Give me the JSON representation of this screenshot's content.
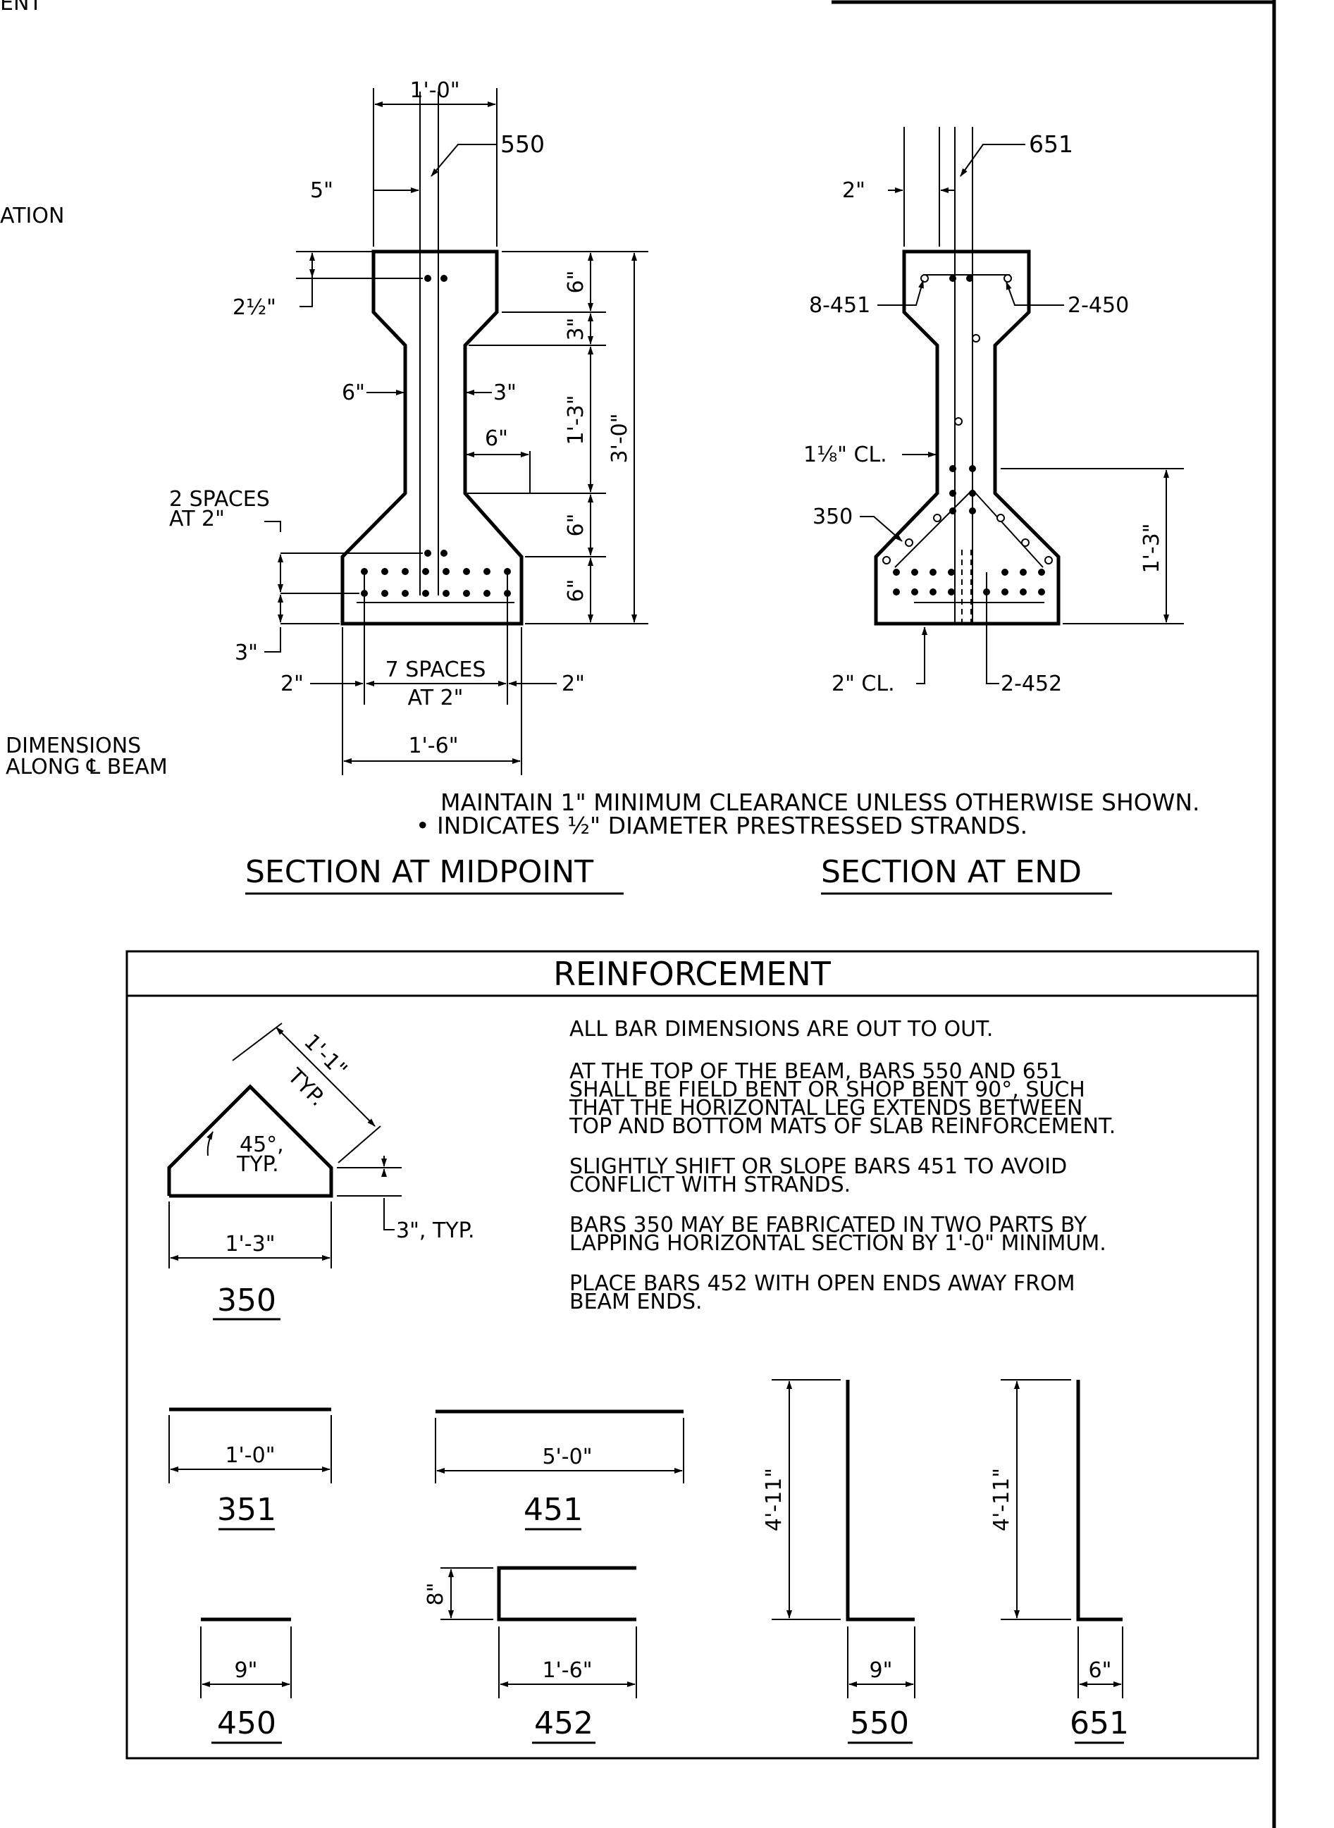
{
  "margin_fragments": {
    "top": "ENT",
    "mid": "ATION",
    "dim_line1": "DIMENSIONS",
    "dim_line2": "ALONG ℄ BEAM"
  },
  "midpoint": {
    "title": "SECTION AT MIDPOINT",
    "dims": {
      "top_width": "1'-0\"",
      "bar_550": "550",
      "offset_5": "5\"",
      "cover_2_5": "2½\"",
      "d6_top": "6\"",
      "d3": "3\"",
      "d1_3": "1'-3\"",
      "d3_0": "3'-0\"",
      "d6_mid": "6\"",
      "d6_bot": "6\"",
      "web_6": "6\"",
      "web_3": "3\"",
      "chamfer_6": "6\"",
      "spaces2_line1": "2 SPACES",
      "spaces2_line2": "AT 2\"",
      "bottom_3": "3\"",
      "left_2": "2\"",
      "spaces7_line1": "7 SPACES",
      "spaces7_line2": "AT 2\"",
      "right_2": "2\"",
      "bottom_width": "1'-6\""
    }
  },
  "end": {
    "title": "SECTION AT END",
    "labels": {
      "bar_651": "651",
      "offset_2": "2\"",
      "bars_8_451": "8-451",
      "bars_2_450": "2-450",
      "clear_1_1_8": "1⅛\" CL.",
      "bar_350": "350",
      "d1_3": "1'-3\"",
      "clear_2": "2\" CL.",
      "bars_2_452": "2-452"
    }
  },
  "notes": {
    "line1": "MAINTAIN 1\" MINIMUM CLEARANCE UNLESS OTHERWISE SHOWN.",
    "line2": "• INDICATES ½\" DIAMETER PRESTRESSED STRANDS."
  },
  "reinforcement": {
    "title": "REINFORCEMENT",
    "notes": [
      [
        "ALL BAR DIMENSIONS ARE OUT TO OUT."
      ],
      [
        "AT THE TOP OF THE BEAM, BARS 550 AND 651",
        "SHALL BE FIELD BENT OR SHOP BENT 90°, SUCH",
        "THAT THE HORIZONTAL LEG EXTENDS BETWEEN",
        "TOP AND BOTTOM MATS OF SLAB REINFORCEMENT."
      ],
      [
        "SLIGHTLY SHIFT OR SLOPE BARS 451 TO AVOID",
        "CONFLICT WITH STRANDS."
      ],
      [
        "BARS 350 MAY BE FABRICATED IN TWO PARTS BY",
        "LAPPING HORIZONTAL SECTION BY 1'-0\" MINIMUM."
      ],
      [
        "PLACE BARS 452 WITH OPEN ENDS AWAY FROM",
        "BEAM ENDS."
      ]
    ],
    "bars": {
      "b350": {
        "mark": "350",
        "leg": "1'-1\"",
        "leg_typ": "TYP.",
        "angle1": "45°,",
        "angle2": "TYP.",
        "hook": "3\", TYP.",
        "width": "1'-3\""
      },
      "b351": {
        "mark": "351",
        "length": "1'-0\""
      },
      "b451": {
        "mark": "451",
        "length": "5'-0\""
      },
      "b450": {
        "mark": "450",
        "length": "9\""
      },
      "b452": {
        "mark": "452",
        "height": "8\"",
        "length": "1'-6\""
      },
      "b550": {
        "mark": "550",
        "height": "4'-11\"",
        "leg": "9\""
      },
      "b651": {
        "mark": "651",
        "height": "4'-11\"",
        "leg": "6\""
      }
    }
  }
}
